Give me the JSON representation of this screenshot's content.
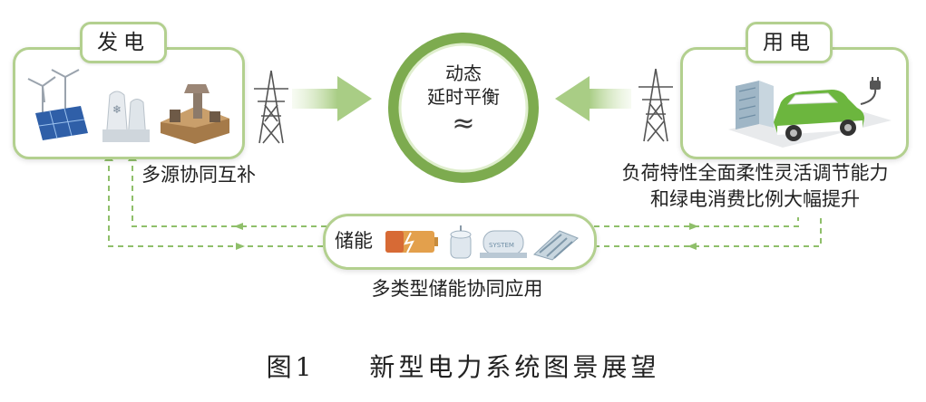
{
  "generation": {
    "label": "发电",
    "caption": "多源协同互补"
  },
  "consumption": {
    "label": "用电",
    "caption_lines": [
      "负荷特性全面柔性灵活调节能力",
      "和绿电消费比例大幅提升"
    ]
  },
  "center": {
    "line1": "动态",
    "line2": "延时平衡",
    "symbol": "≈"
  },
  "storage": {
    "label": "储能",
    "caption": "多类型储能协同应用"
  },
  "figure": {
    "number": "图1",
    "title": "新型电力系统图景展望"
  },
  "icons": [
    "wind-turbine-icon",
    "solar-panel-icon",
    "nuclear-plant-icon",
    "thermal-plant-icon",
    "transmission-tower-icon",
    "battery-icon",
    "ev-car-icon",
    "charging-plug-icon",
    "data-center-icon",
    "tank-icon",
    "compressed-air-icon",
    "pumped-hydro-icon"
  ],
  "colors": {
    "accent": "#b3d08f",
    "ring": "#7dab4f",
    "dash": "#8fbf6a"
  }
}
